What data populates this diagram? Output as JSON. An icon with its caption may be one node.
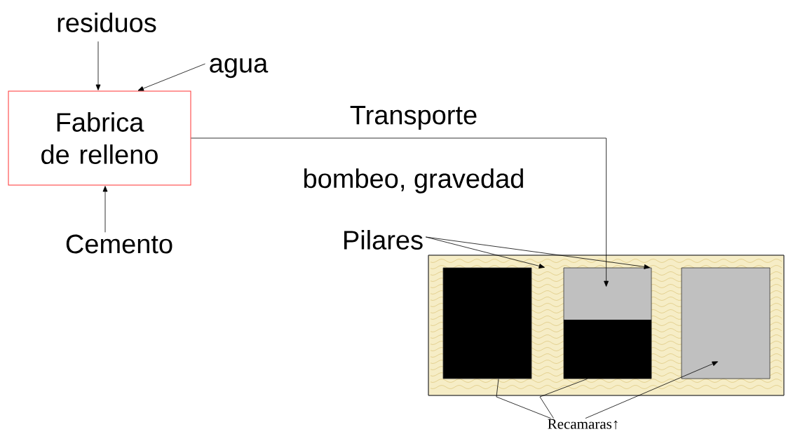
{
  "diagram": {
    "nodes": [
      {
        "text": [
          "residuos"
        ]
      },
      {
        "text": [
          "agua"
        ]
      },
      {
        "text": [
          "Fabrica de relleno"
        ]
      },
      {
        "text": [
          "Cemento"
        ]
      },
      {
        "text": [
          "Pilares"
        ]
      },
      {
        "text": [],
        "shape": "box"
      },
      {
        "text": [],
        "shape": "box",
        "in": 5
      },
      {
        "text": [],
        "shape": "box",
        "in": 5
      },
      {
        "text": [],
        "shape": "box",
        "in": 5
      },
      {
        "text": [
          "Recamaras↑"
        ]
      }
    ],
    "edges": [
      {
        "from": 0,
        "to": 2,
        "arrow": "to"
      },
      {
        "from": 1,
        "to": 2,
        "arrow": "to"
      },
      {
        "from": 3,
        "to": 2,
        "arrow": "to"
      },
      {
        "from": 2,
        "to": 7,
        "arrow": "to",
        "label": "Transporte"
      },
      {
        "from": 4,
        "to": 5,
        "arrow": "to"
      },
      {
        "from": 4,
        "to": 5,
        "arrow": "to"
      },
      {
        "from": 9,
        "to": 6,
        "arrow": "none"
      },
      {
        "from": 9,
        "to": 7,
        "arrow": "none"
      },
      {
        "from": 9,
        "to": 8,
        "arrow": "to"
      }
    ],
    "labels": [
      "bombeo, gravedad"
    ]
  }
}
